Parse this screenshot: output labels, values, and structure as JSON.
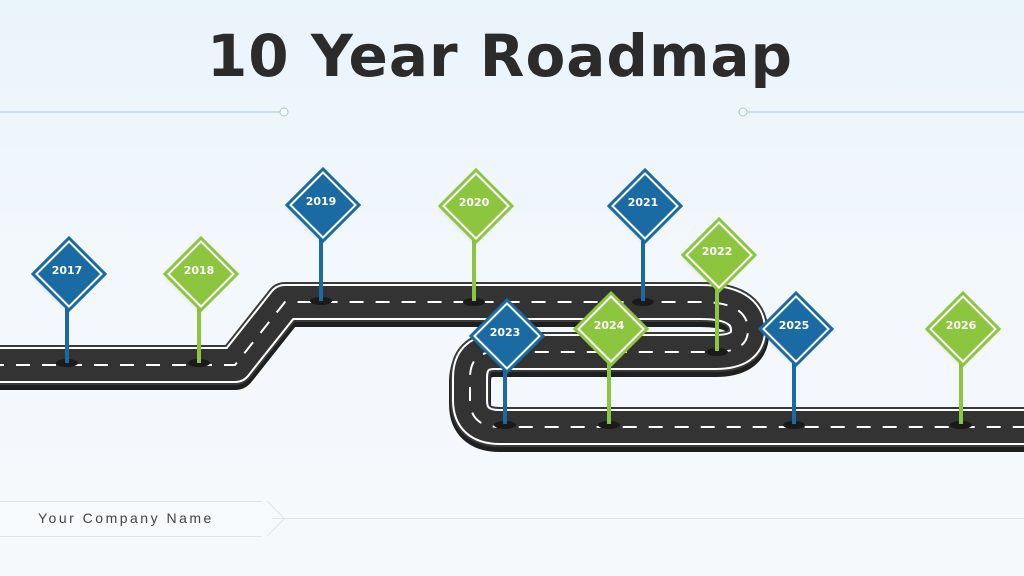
{
  "title": "10 Year Roadmap",
  "footer": {
    "company": "Your Company Name"
  },
  "colors": {
    "blue": "#1a6aa3",
    "green": "#8cc63f",
    "road": "#2e2e2e"
  },
  "milestones": [
    {
      "year": "2017",
      "color": "blue"
    },
    {
      "year": "2018",
      "color": "green"
    },
    {
      "year": "2019",
      "color": "blue"
    },
    {
      "year": "2020",
      "color": "green"
    },
    {
      "year": "2021",
      "color": "blue"
    },
    {
      "year": "2022",
      "color": "green"
    },
    {
      "year": "2023",
      "color": "blue"
    },
    {
      "year": "2024",
      "color": "green"
    },
    {
      "year": "2025",
      "color": "blue"
    },
    {
      "year": "2026",
      "color": "green"
    }
  ]
}
